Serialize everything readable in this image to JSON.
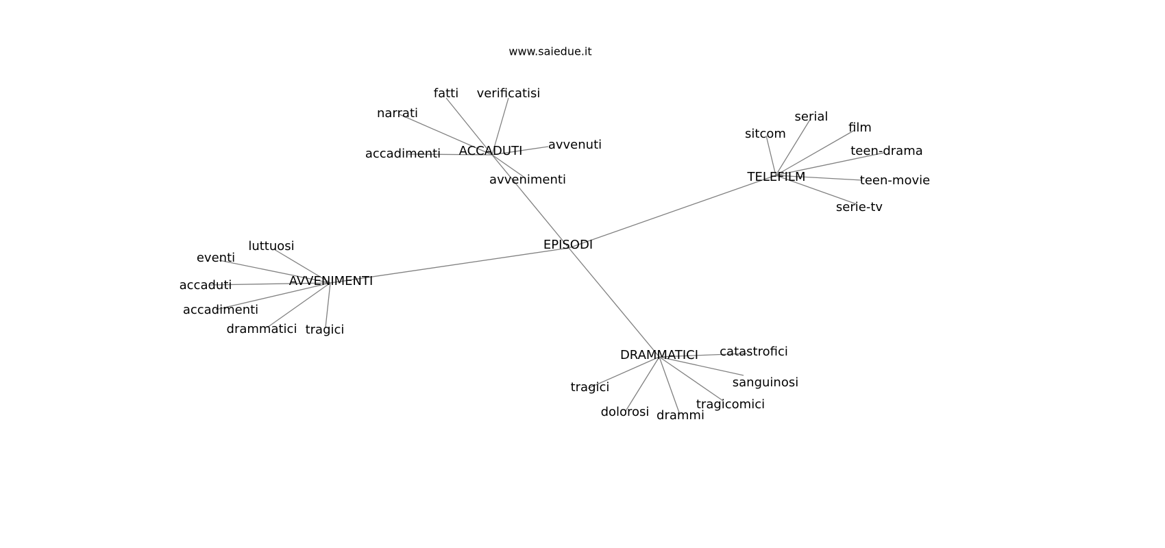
{
  "title": "www.saiedue.it",
  "nodes": [
    {
      "id": "EPISODI",
      "label": "EPISODI"
    },
    {
      "id": "ACCADUTI",
      "label": "ACCADUTI"
    },
    {
      "id": "TELEFILM",
      "label": "TELEFILM"
    },
    {
      "id": "AVVENIMENTI",
      "label": "AVVENIMENTI"
    },
    {
      "id": "DRAMMATICI",
      "label": "DRAMMATICI"
    },
    {
      "id": "a_fatti",
      "label": "fatti"
    },
    {
      "id": "a_verificatisi",
      "label": "verificatisi"
    },
    {
      "id": "a_narrati",
      "label": "narrati"
    },
    {
      "id": "a_accadimenti",
      "label": "accadimenti"
    },
    {
      "id": "a_avvenuti",
      "label": "avvenuti"
    },
    {
      "id": "a_avvenimenti",
      "label": "avvenimenti"
    },
    {
      "id": "t_sitcom",
      "label": "sitcom"
    },
    {
      "id": "t_serial",
      "label": "serial"
    },
    {
      "id": "t_film",
      "label": "film"
    },
    {
      "id": "t_teendrama",
      "label": "teen-drama"
    },
    {
      "id": "t_teenmovie",
      "label": "teen-movie"
    },
    {
      "id": "t_serietv",
      "label": "serie-tv"
    },
    {
      "id": "v_luttuosi",
      "label": "luttuosi"
    },
    {
      "id": "v_eventi",
      "label": "eventi"
    },
    {
      "id": "v_accaduti",
      "label": "accaduti"
    },
    {
      "id": "v_accadimenti",
      "label": "accadimenti"
    },
    {
      "id": "v_drammatici",
      "label": "drammatici"
    },
    {
      "id": "v_tragici",
      "label": "tragici"
    },
    {
      "id": "d_catastrofici",
      "label": "catastrofici"
    },
    {
      "id": "d_tragici",
      "label": "tragici"
    },
    {
      "id": "d_dolorosi",
      "label": "dolorosi"
    },
    {
      "id": "d_drammi",
      "label": "drammi"
    },
    {
      "id": "d_tragicomici",
      "label": "tragicomici"
    },
    {
      "id": "d_sanguinosi",
      "label": "sanguinosi"
    }
  ],
  "edges": [
    [
      "EPISODI",
      "ACCADUTI"
    ],
    [
      "EPISODI",
      "TELEFILM"
    ],
    [
      "EPISODI",
      "AVVENIMENTI"
    ],
    [
      "EPISODI",
      "DRAMMATICI"
    ],
    [
      "ACCADUTI",
      "a_fatti"
    ],
    [
      "ACCADUTI",
      "a_verificatisi"
    ],
    [
      "ACCADUTI",
      "a_narrati"
    ],
    [
      "ACCADUTI",
      "a_accadimenti"
    ],
    [
      "ACCADUTI",
      "a_avvenuti"
    ],
    [
      "ACCADUTI",
      "a_avvenimenti"
    ],
    [
      "TELEFILM",
      "t_sitcom"
    ],
    [
      "TELEFILM",
      "t_serial"
    ],
    [
      "TELEFILM",
      "t_film"
    ],
    [
      "TELEFILM",
      "t_teendrama"
    ],
    [
      "TELEFILM",
      "t_teenmovie"
    ],
    [
      "TELEFILM",
      "t_serietv"
    ],
    [
      "AVVENIMENTI",
      "v_luttuosi"
    ],
    [
      "AVVENIMENTI",
      "v_eventi"
    ],
    [
      "AVVENIMENTI",
      "v_accaduti"
    ],
    [
      "AVVENIMENTI",
      "v_accadimenti"
    ],
    [
      "AVVENIMENTI",
      "v_drammatici"
    ],
    [
      "AVVENIMENTI",
      "v_tragici"
    ],
    [
      "DRAMMATICI",
      "d_catastrofici"
    ],
    [
      "DRAMMATICI",
      "d_tragici"
    ],
    [
      "DRAMMATICI",
      "d_dolorosi"
    ],
    [
      "DRAMMATICI",
      "d_drammi"
    ],
    [
      "DRAMMATICI",
      "d_tragicomici"
    ],
    [
      "DRAMMATICI",
      "d_sanguinosi"
    ]
  ],
  "colors": {
    "edge": "#808080",
    "text": "#000000"
  }
}
